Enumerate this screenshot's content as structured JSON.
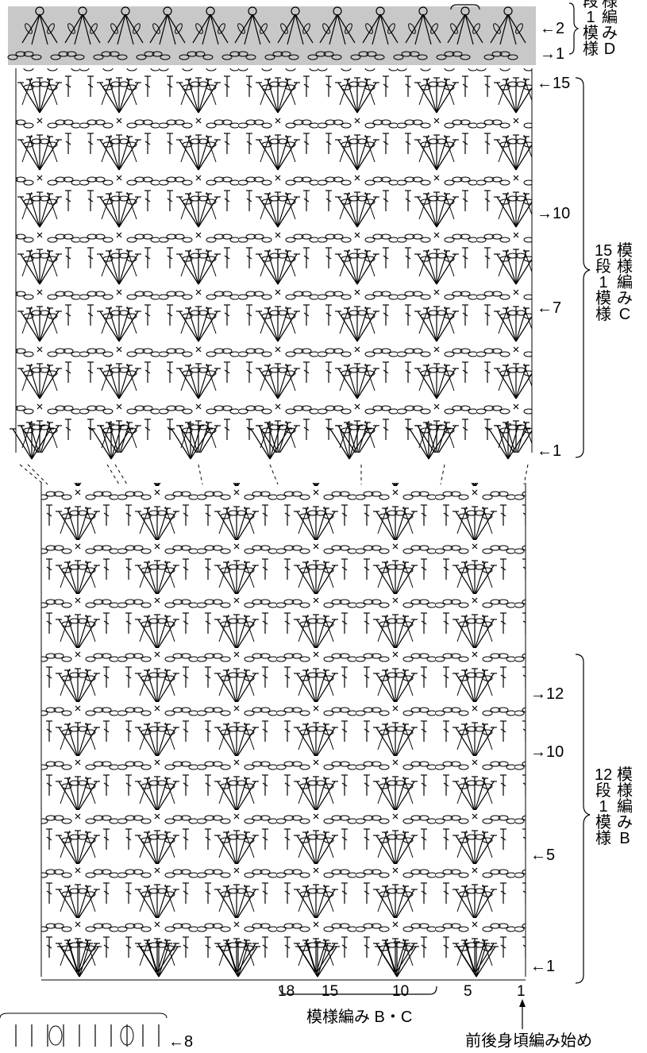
{
  "pattern_D": {
    "row_labels": [
      "←2",
      "→1"
    ],
    "vertical_col1": [
      "段",
      "1",
      "模",
      "様"
    ],
    "vertical_col2": [
      "様",
      "編",
      "み",
      "D"
    ]
  },
  "pattern_C": {
    "row_labels": [
      "←15",
      "→10",
      "←7",
      "←1"
    ],
    "vertical_col1": [
      "15",
      "段",
      "1",
      "模",
      "様"
    ],
    "vertical_col2": [
      "模",
      "様",
      "編",
      "み",
      "C"
    ]
  },
  "pattern_B": {
    "row_labels": [
      "→12",
      "→10",
      "←5",
      "←1"
    ],
    "vertical_col1": [
      "12",
      "段",
      "1",
      "模",
      "様"
    ],
    "vertical_col2": [
      "模",
      "様",
      "編",
      "み",
      "B"
    ]
  },
  "bottom_numbers": [
    "18",
    "15",
    "10",
    "5",
    "1"
  ],
  "bottom_caption": "模様編み B・C",
  "start_caption": "前後身頃編み始め",
  "side_row_label": "←8"
}
